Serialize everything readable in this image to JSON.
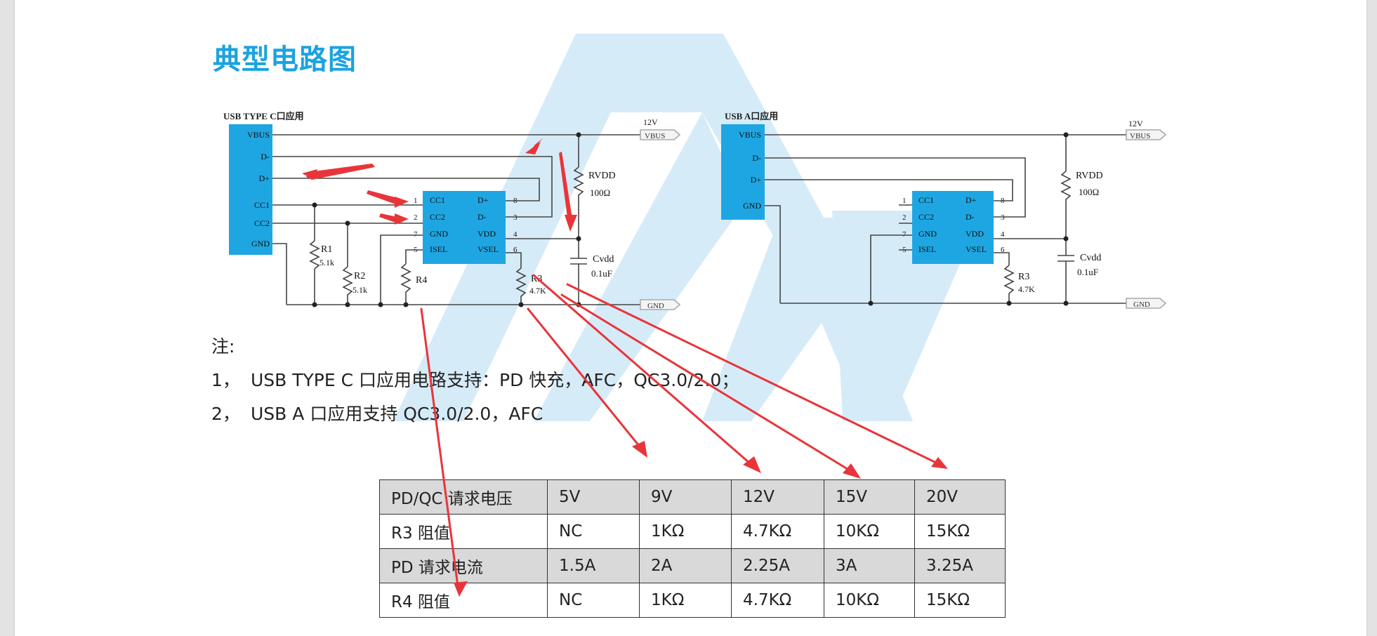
{
  "title": "典型电路图",
  "left_circuit": {
    "header": "USB TYPE C口应用",
    "connector_pins": [
      "VBUS",
      "D-",
      "D+",
      "CC1",
      "CC2",
      "GND"
    ],
    "ic_left_pins": [
      {
        "num": "1",
        "name": "CC1"
      },
      {
        "num": "2",
        "name": "CC2"
      },
      {
        "num": "7",
        "name": "GND"
      },
      {
        "num": "5",
        "name": "ISEL"
      }
    ],
    "ic_right_pins": [
      {
        "num": "8",
        "name": "D+"
      },
      {
        "num": "3",
        "name": "D-"
      },
      {
        "num": "4",
        "name": "VDD"
      },
      {
        "num": "6",
        "name": "VSEL"
      }
    ],
    "vbus_voltage": "12V",
    "vbus_tag": "VBUS",
    "gnd_tag": "GND",
    "rvdd_name": "RVDD",
    "rvdd_value": "100Ω",
    "cvdd_name": "Cvdd",
    "cvdd_value": "0.1uF",
    "r1_name": "R1",
    "r1_value": "5.1k",
    "r2_name": "R2",
    "r2_value": "5.1k",
    "r3_name": "R3",
    "r3_value": "4.7K",
    "r4_name": "R4"
  },
  "right_circuit": {
    "header": "USB A口应用",
    "connector_pins": [
      "VBUS",
      "D-",
      "D+",
      "GND"
    ],
    "ic_left_pins": [
      {
        "num": "1",
        "name": "CC1"
      },
      {
        "num": "2",
        "name": "CC2"
      },
      {
        "num": "7",
        "name": "GND"
      },
      {
        "num": "5",
        "name": "ISEL"
      }
    ],
    "ic_right_pins": [
      {
        "num": "8",
        "name": "D+"
      },
      {
        "num": "3",
        "name": "D-"
      },
      {
        "num": "4",
        "name": "VDD"
      },
      {
        "num": "6",
        "name": "VSEL"
      }
    ],
    "vbus_voltage": "12V",
    "vbus_tag": "VBUS",
    "gnd_tag": "GND",
    "rvdd_name": "RVDD",
    "rvdd_value": "100Ω",
    "cvdd_name": "Cvdd",
    "cvdd_value": "0.1uF",
    "r3_name": "R3",
    "r3_value": "4.7K"
  },
  "notes": {
    "heading": "注:",
    "items": [
      {
        "num": "1，",
        "text": "USB TYPE C 口应用电路支持：PD 快充，AFC，QC3.0/2.0；"
      },
      {
        "num": "2，",
        "text": "USB A 口应用支持 QC3.0/2.0，AFC"
      }
    ]
  },
  "table": {
    "rows": [
      [
        "PD/QC 请求电压",
        "5V",
        "9V",
        "12V",
        "15V",
        "20V"
      ],
      [
        "R3 阻值",
        "NC",
        "1KΩ",
        "4.7KΩ",
        "10KΩ",
        "15KΩ"
      ],
      [
        "PD 请求电流",
        "1.5A",
        "2A",
        "2.25A",
        "3A",
        "3.25A"
      ],
      [
        "R4 阻值",
        "NC",
        "1KΩ",
        "4.7KΩ",
        "10KΩ",
        "15KΩ"
      ]
    ]
  },
  "colors": {
    "title": "#1aa3e0",
    "chip_fill": "#1ea6e3",
    "wire": "#444444",
    "annotation_arrow": "#e8353a",
    "watermark": "#cfe8f7",
    "table_shade": "#d9d9d9"
  }
}
